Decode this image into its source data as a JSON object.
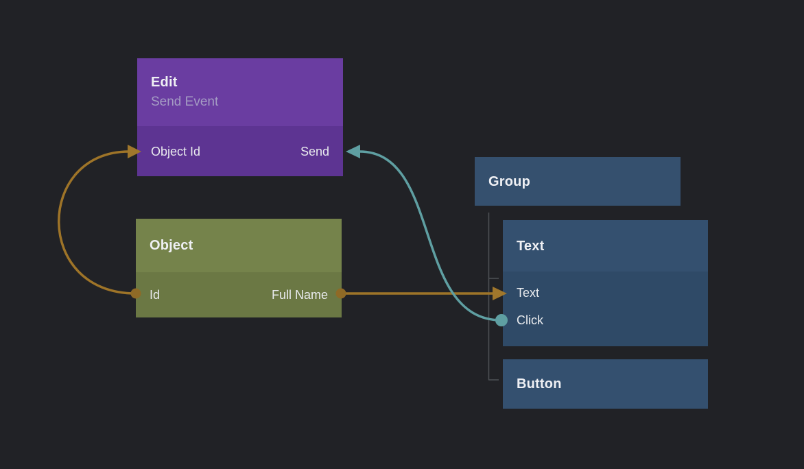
{
  "nodes": {
    "edit": {
      "title": "Edit",
      "subtitle": "Send Event",
      "input_port": "Object Id",
      "output_port": "Send"
    },
    "object": {
      "title": "Object",
      "input_port": "Id",
      "output_port": "Full Name"
    },
    "group": {
      "title": "Group"
    },
    "text": {
      "title": "Text",
      "port_text": "Text",
      "port_click": "Click"
    },
    "button": {
      "title": "Button"
    }
  },
  "colors": {
    "background": "#212226",
    "edit_header": "#6a3da1",
    "edit_body": "#5d3492",
    "object_header": "#75834b",
    "object_body": "#6b7844",
    "group_header": "#35506e",
    "visual_header": "#34506f",
    "visual_body": "#2f4a67",
    "connection_orange": "#9e7428",
    "connection_orange_dot": "#8f6a26",
    "connection_teal": "#5f9fa2",
    "tree_line": "#4f5256",
    "title_text": "#eff0f4",
    "subtitle_text": "#a59dc4",
    "port_text": "#e9ebee"
  }
}
